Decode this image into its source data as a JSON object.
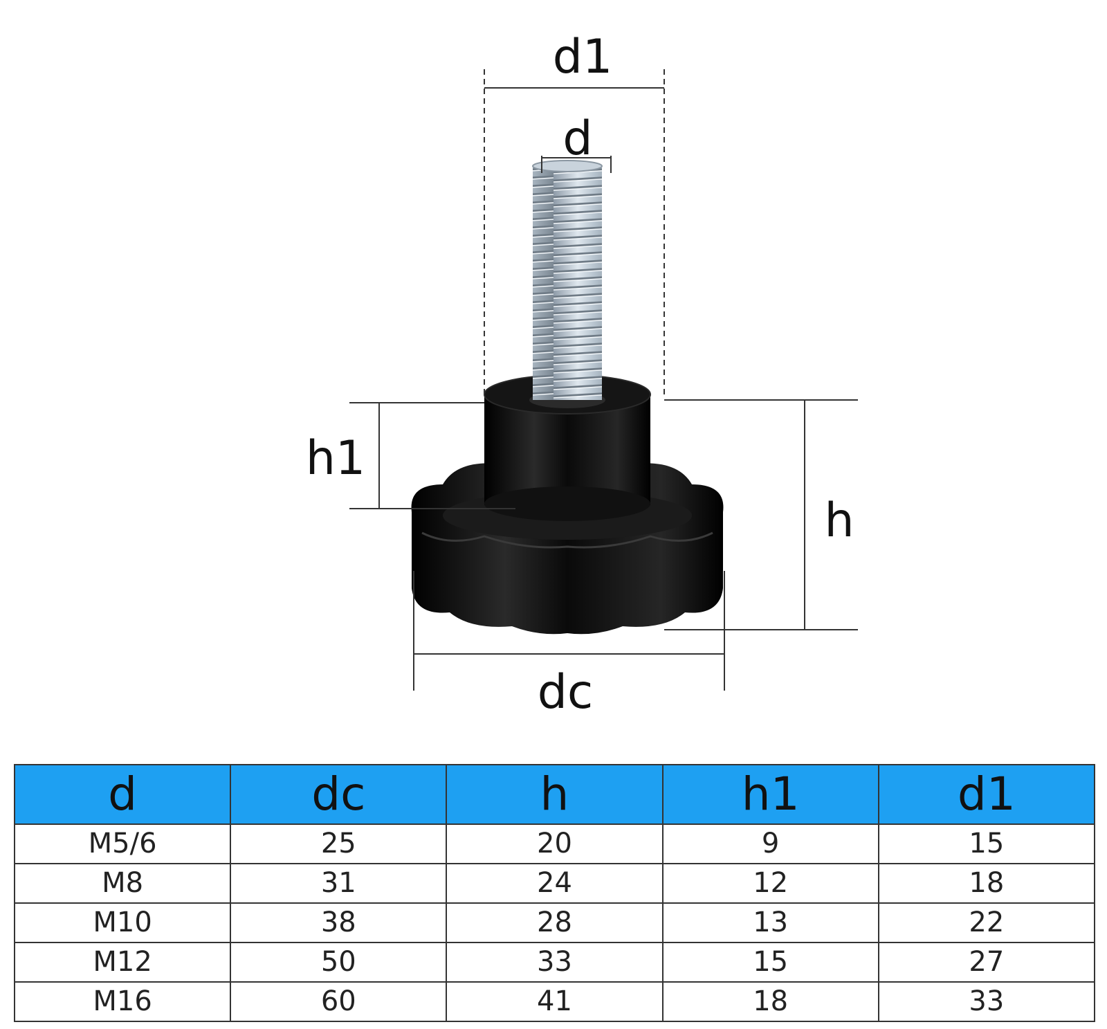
{
  "diagram": {
    "labels": {
      "d1": "d1",
      "d": "d",
      "h1": "h1",
      "h": "h",
      "dc": "dc"
    },
    "colors": {
      "knob": "#0b0b0b",
      "thread": "#b9c7d3",
      "dimension_line": "#333333"
    }
  },
  "table": {
    "header_color": "#1ea0f2",
    "headers": [
      "d",
      "dc",
      "h",
      "h1",
      "d1"
    ],
    "rows": [
      [
        "M5/6",
        "25",
        "20",
        "9",
        "15"
      ],
      [
        "M8",
        "31",
        "24",
        "12",
        "18"
      ],
      [
        "M10",
        "38",
        "28",
        "13",
        "22"
      ],
      [
        "M12",
        "50",
        "33",
        "15",
        "27"
      ],
      [
        "M16",
        "60",
        "41",
        "18",
        "33"
      ]
    ]
  }
}
